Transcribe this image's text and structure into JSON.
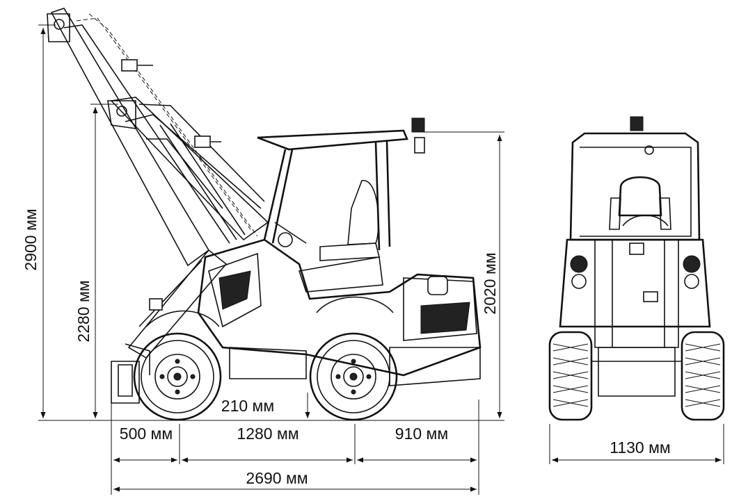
{
  "dimensions": {
    "height_boom_raised": "2900 мм",
    "height_pin": "2280 мм",
    "height_cab": "2020 мм",
    "ground_clearance": "210 мм",
    "front_overhang": "500 мм",
    "wheelbase": "1280 мм",
    "rear_overhang": "910 мм",
    "total_length": "2690 мм",
    "width": "1130 мм"
  }
}
